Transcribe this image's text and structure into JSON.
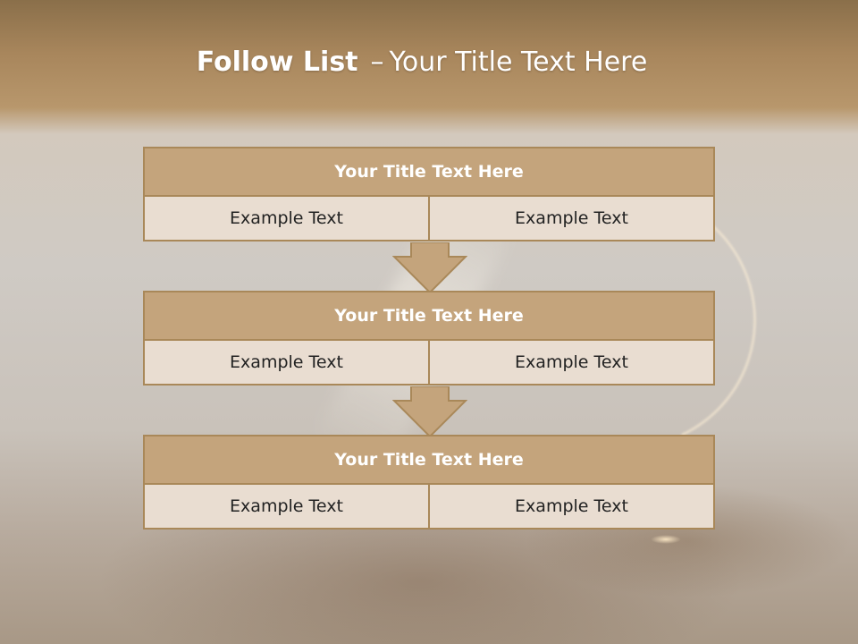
{
  "title": {
    "main": "Follow List",
    "dash": "–",
    "sub": "Your Title Text Here"
  },
  "colors": {
    "header_fill": "#c4a47c",
    "cell_fill": "#e9ddd1",
    "border": "#a98859",
    "arrow_fill": "#c4a47c"
  },
  "steps": [
    {
      "title": "Your Title Text Here",
      "left": "Example Text",
      "right": "Example Text"
    },
    {
      "title": "Your Title Text Here",
      "left": "Example Text",
      "right": "Example Text"
    },
    {
      "title": "Your Title Text Here",
      "left": "Example Text",
      "right": "Example Text"
    }
  ]
}
